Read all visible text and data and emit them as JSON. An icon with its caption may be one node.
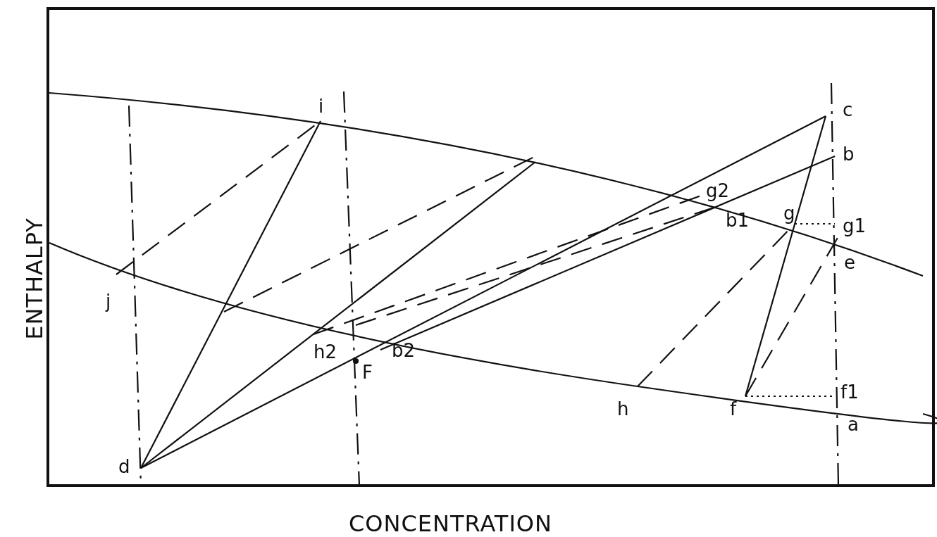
{
  "diagram": {
    "labels": [
      "i",
      "c",
      "b",
      "g2",
      "b1",
      "g",
      "g1",
      "e",
      "ENTHALPY",
      "j",
      "h2",
      "b2",
      "F",
      "h",
      "f",
      "f1",
      "a",
      "d",
      "CONCENTRATION"
    ]
  }
}
